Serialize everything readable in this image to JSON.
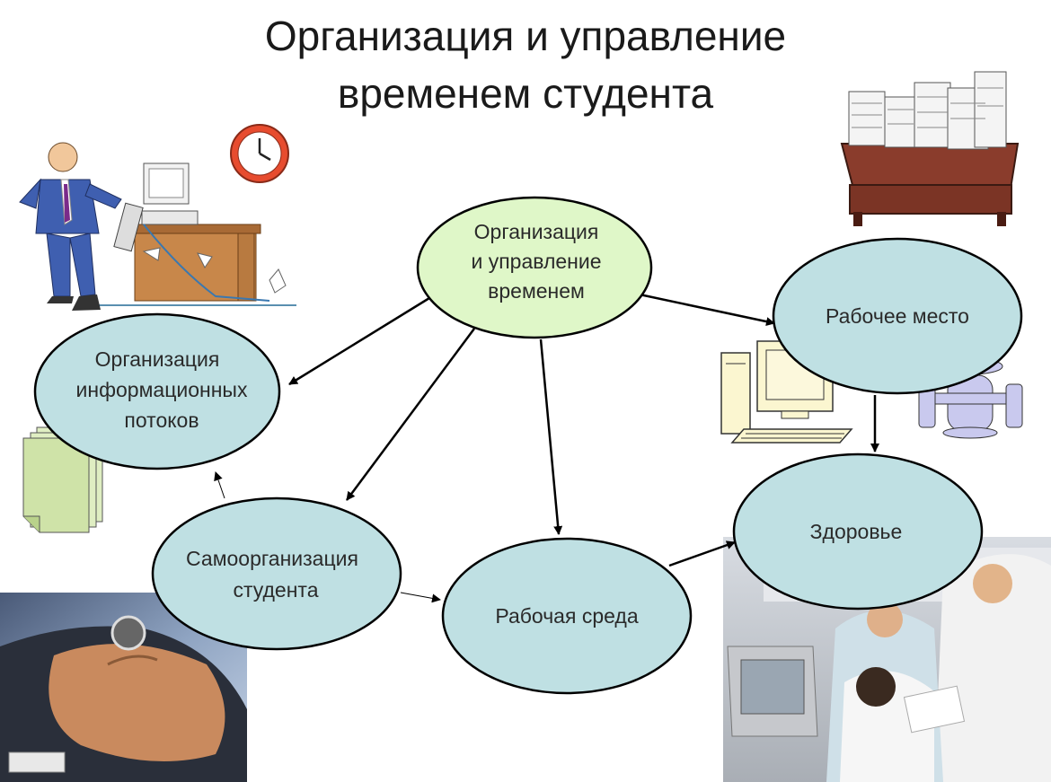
{
  "title": {
    "line1": "Организация и управление",
    "line2": "временем студента"
  },
  "nodes": {
    "center": [
      "Организация",
      "и управление",
      "временем"
    ],
    "info_flows": [
      "Организация",
      "информационных",
      "потоков"
    ],
    "workplace": [
      "Рабочее место"
    ],
    "health": [
      "Здоровье"
    ],
    "self_org": [
      "Самоорганизация",
      "студента"
    ],
    "work_env": [
      "Рабочая среда"
    ]
  },
  "colors": {
    "center_fill": "#dff7c8",
    "node_fill": "#bfe0e3",
    "node_stroke": "#000000",
    "arrow": "#000000"
  },
  "icons": [
    "businessman-clipart",
    "wall-clock-icon",
    "paper-desk-clipart",
    "computer-icon",
    "office-chair-icon",
    "documents-stack-icon",
    "wristwatch-photo",
    "doctors-photo",
    "nav-button-icon"
  ]
}
